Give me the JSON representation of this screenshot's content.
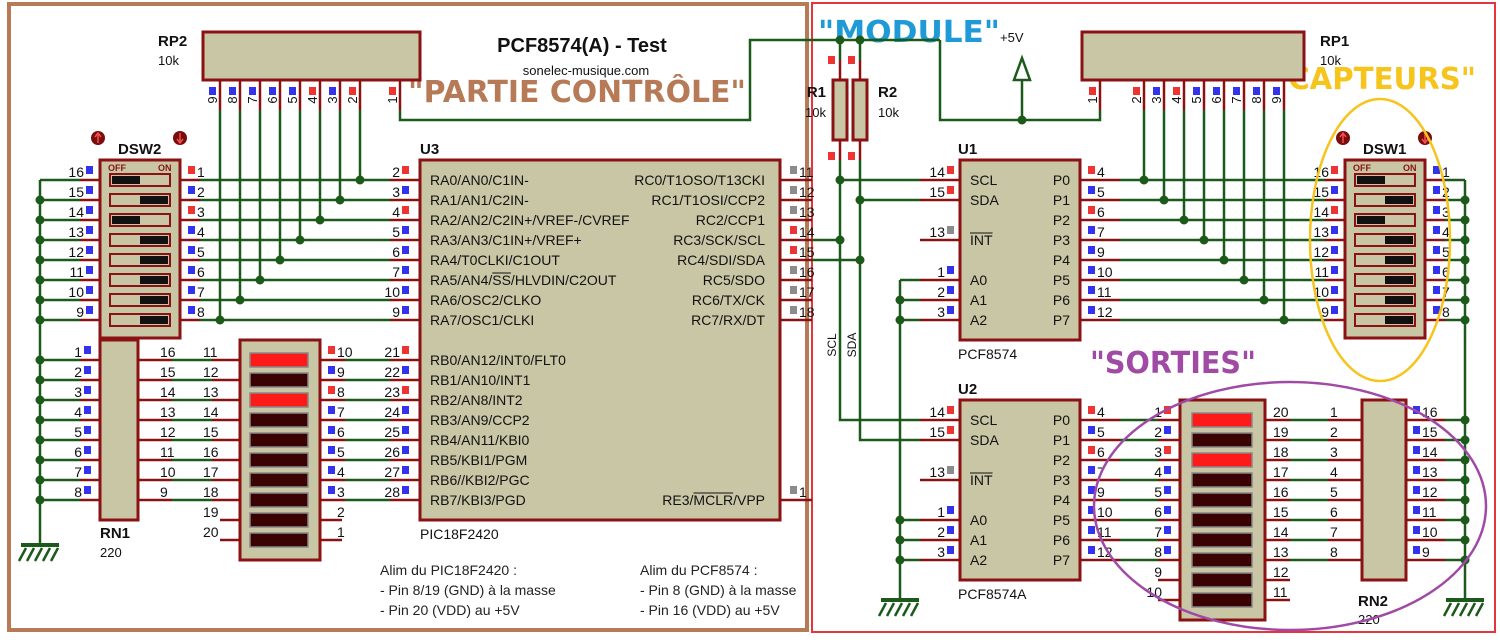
{
  "title": "PCF8574(A) - Test",
  "website": "sonelec-musique.com",
  "sections": {
    "control": "\"PARTIE CONTRÔLE\"",
    "module": "\"MODULE\"",
    "sensors": "\"CAPTEURS\"",
    "outputs": "\"SORTIES\""
  },
  "colors": {
    "control": "#b77a56",
    "module": "#1e9ad6",
    "sensors": "#f6c41c",
    "outputs": "#a04aa6",
    "wire": "#1b5a1b",
    "component_body": "#c9c6a6",
    "component_outline": "#8a1212",
    "pin_high": "#ee3333",
    "pin_low": "#3333ee",
    "pin_float": "#8c8c8c",
    "led_on": "#ff1a1a",
    "led_off": "#3a0202",
    "module_border": "#e8323c"
  },
  "power_label": "+5V",
  "bus_labels": [
    "SCL",
    "SDA"
  ],
  "rp2": {
    "ref": "RP2",
    "value": "10k",
    "pins": [
      [
        "9",
        "L"
      ],
      [
        "8",
        "L"
      ],
      [
        "7",
        "L"
      ],
      [
        "6",
        "L"
      ],
      [
        "5",
        "L"
      ],
      [
        "4",
        "H"
      ],
      [
        "3",
        "L"
      ],
      [
        "2",
        "H"
      ],
      [
        "1",
        "H"
      ]
    ]
  },
  "rp1": {
    "ref": "RP1",
    "value": "10k",
    "pins": [
      [
        "1",
        "H"
      ],
      [
        "2",
        "H"
      ],
      [
        "3",
        "L"
      ],
      [
        "4",
        "H"
      ],
      [
        "5",
        "L"
      ],
      [
        "6",
        "L"
      ],
      [
        "7",
        "L"
      ],
      [
        "8",
        "L"
      ],
      [
        "9",
        "L"
      ]
    ]
  },
  "r1": {
    "ref": "R1",
    "value": "10k"
  },
  "r2": {
    "ref": "R2",
    "value": "10k"
  },
  "dsw2": {
    "ref": "DSW2",
    "off": "OFF",
    "on": "ON",
    "left_pins": [
      [
        "16",
        "L"
      ],
      [
        "15",
        "L"
      ],
      [
        "14",
        "L"
      ],
      [
        "13",
        "L"
      ],
      [
        "12",
        "L"
      ],
      [
        "11",
        "L"
      ],
      [
        "10",
        "L"
      ],
      [
        "9",
        "L"
      ]
    ],
    "right_pins": [
      [
        "1",
        "H"
      ],
      [
        "2",
        "L"
      ],
      [
        "3",
        "H"
      ],
      [
        "4",
        "L"
      ],
      [
        "5",
        "L"
      ],
      [
        "6",
        "L"
      ],
      [
        "7",
        "L"
      ],
      [
        "8",
        "L"
      ]
    ],
    "states": [
      "off",
      "on",
      "off",
      "on",
      "on",
      "on",
      "on",
      "on"
    ]
  },
  "dsw1": {
    "ref": "DSW1",
    "off": "OFF",
    "on": "ON",
    "left_pins": [
      [
        "16",
        "H"
      ],
      [
        "15",
        "L"
      ],
      [
        "14",
        "H"
      ],
      [
        "13",
        "L"
      ],
      [
        "12",
        "L"
      ],
      [
        "11",
        "L"
      ],
      [
        "10",
        "L"
      ],
      [
        "9",
        "L"
      ]
    ],
    "right_pins": [
      [
        "1",
        "L"
      ],
      [
        "2",
        "L"
      ],
      [
        "3",
        "L"
      ],
      [
        "4",
        "L"
      ],
      [
        "5",
        "L"
      ],
      [
        "6",
        "L"
      ],
      [
        "7",
        "L"
      ],
      [
        "8",
        "L"
      ]
    ],
    "states": [
      "off",
      "on",
      "off",
      "on",
      "on",
      "on",
      "on",
      "on"
    ]
  },
  "u3": {
    "ref": "U3",
    "part": "PIC18F2420",
    "ra_pins": [
      {
        "num": "2",
        "state": "H",
        "name": "RA0/AN0/C1IN-"
      },
      {
        "num": "3",
        "state": "L",
        "name": "RA1/AN1/C2IN-"
      },
      {
        "num": "4",
        "state": "H",
        "name": "RA2/AN2/C2IN+/VREF-/CVREF"
      },
      {
        "num": "5",
        "state": "L",
        "name": "RA3/AN3/C1IN+/VREF+"
      },
      {
        "num": "6",
        "state": "L",
        "name": "RA4/T0CLKI/C1OUT"
      },
      {
        "num": "7",
        "state": "L",
        "name": "RA5/AN4/SS/HLVDIN/C2OUT",
        "overline": "SS"
      },
      {
        "num": "10",
        "state": "L",
        "name": "RA6/OSC2/CLKO"
      },
      {
        "num": "9",
        "state": "L",
        "name": "RA7/OSC1/CLKI"
      }
    ],
    "rb_pins": [
      {
        "num": "21",
        "state": "H",
        "name": "RB0/AN12/INT0/FLT0"
      },
      {
        "num": "22",
        "state": "L",
        "name": "RB1/AN10/INT1"
      },
      {
        "num": "23",
        "state": "H",
        "name": "RB2/AN8/INT2"
      },
      {
        "num": "24",
        "state": "L",
        "name": "RB3/AN9/CCP2"
      },
      {
        "num": "25",
        "state": "L",
        "name": "RB4/AN11/KBI0"
      },
      {
        "num": "26",
        "state": "L",
        "name": "RB5/KBI1/PGM"
      },
      {
        "num": "27",
        "state": "L",
        "name": "RB6//KBI2/PGC"
      },
      {
        "num": "28",
        "state": "L",
        "name": "RB7/KBI3/PGD"
      }
    ],
    "rc_pins": [
      {
        "num": "11",
        "state": "-",
        "name": "RC0/T1OSO/T13CKI"
      },
      {
        "num": "12",
        "state": "-",
        "name": "RC1/T1OSI/CCP2"
      },
      {
        "num": "13",
        "state": "-",
        "name": "RC2/CCP1"
      },
      {
        "num": "14",
        "state": "H",
        "name": "RC3/SCK/SCL"
      },
      {
        "num": "15",
        "state": "H",
        "name": "RC4/SDI/SDA"
      },
      {
        "num": "16",
        "state": "-",
        "name": "RC5/SDO"
      },
      {
        "num": "17",
        "state": "-",
        "name": "RC6/TX/CK"
      },
      {
        "num": "18",
        "state": "-",
        "name": "RC7/RX/DT"
      }
    ],
    "re3": {
      "num": "1",
      "state": "-",
      "name": "RE3/MCLR/VPP",
      "overline": "MCLR"
    }
  },
  "u1": {
    "ref": "U1",
    "part": "PCF8574",
    "left_pins": [
      {
        "num": "14",
        "state": "H",
        "name": "SCL"
      },
      {
        "num": "15",
        "state": "H",
        "name": "SDA"
      },
      {
        "num": "13",
        "state": "-",
        "name": "INT",
        "overline": "INT"
      },
      {
        "num": "1",
        "state": "L",
        "name": "A0"
      },
      {
        "num": "2",
        "state": "L",
        "name": "A1"
      },
      {
        "num": "3",
        "state": "L",
        "name": "A2"
      }
    ],
    "right_pins": [
      {
        "num": "4",
        "state": "H",
        "name": "P0"
      },
      {
        "num": "5",
        "state": "L",
        "name": "P1"
      },
      {
        "num": "6",
        "state": "H",
        "name": "P2"
      },
      {
        "num": "7",
        "state": "L",
        "name": "P3"
      },
      {
        "num": "9",
        "state": "L",
        "name": "P4"
      },
      {
        "num": "10",
        "state": "L",
        "name": "P5"
      },
      {
        "num": "11",
        "state": "L",
        "name": "P6"
      },
      {
        "num": "12",
        "state": "L",
        "name": "P7"
      }
    ]
  },
  "u2": {
    "ref": "U2",
    "part": "PCF8574A",
    "left_pins": [
      {
        "num": "14",
        "state": "H",
        "name": "SCL"
      },
      {
        "num": "15",
        "state": "H",
        "name": "SDA"
      },
      {
        "num": "13",
        "state": "-",
        "name": "INT",
        "overline": "INT"
      },
      {
        "num": "1",
        "state": "L",
        "name": "A0"
      },
      {
        "num": "2",
        "state": "L",
        "name": "A1"
      },
      {
        "num": "3",
        "state": "L",
        "name": "A2"
      }
    ],
    "right_pins": [
      {
        "num": "4",
        "state": "H",
        "name": "P0"
      },
      {
        "num": "5",
        "state": "L",
        "name": "P1"
      },
      {
        "num": "6",
        "state": "H",
        "name": "P2"
      },
      {
        "num": "7",
        "state": "L",
        "name": "P3"
      },
      {
        "num": "9",
        "state": "L",
        "name": "P4"
      },
      {
        "num": "10",
        "state": "L",
        "name": "P5"
      },
      {
        "num": "11",
        "state": "L",
        "name": "P6"
      },
      {
        "num": "12",
        "state": "L",
        "name": "P7"
      }
    ]
  },
  "rn1": {
    "ref": "RN1",
    "value": "220",
    "left_pins": [
      [
        "1",
        "L"
      ],
      [
        "2",
        "L"
      ],
      [
        "3",
        "L"
      ],
      [
        "4",
        "L"
      ],
      [
        "5",
        "L"
      ],
      [
        "6",
        "L"
      ],
      [
        "7",
        "L"
      ],
      [
        "8",
        "L"
      ]
    ],
    "right_pins": [
      [
        "16",
        ""
      ],
      [
        "15",
        ""
      ],
      [
        "14",
        ""
      ],
      [
        "13",
        ""
      ],
      [
        "12",
        ""
      ],
      [
        "11",
        ""
      ],
      [
        "10",
        ""
      ],
      [
        "9",
        ""
      ]
    ]
  },
  "rn2": {
    "ref": "RN2",
    "value": "220",
    "left_pins": [
      [
        "1",
        ""
      ],
      [
        "2",
        ""
      ],
      [
        "3",
        ""
      ],
      [
        "4",
        ""
      ],
      [
        "5",
        ""
      ],
      [
        "6",
        ""
      ],
      [
        "7",
        ""
      ],
      [
        "8",
        ""
      ]
    ],
    "right_pins": [
      [
        "16",
        "L"
      ],
      [
        "15",
        "L"
      ],
      [
        "14",
        "L"
      ],
      [
        "13",
        "L"
      ],
      [
        "12",
        "L"
      ],
      [
        "11",
        "L"
      ],
      [
        "10",
        "L"
      ],
      [
        "9",
        "L"
      ]
    ]
  },
  "bar1": {
    "left_pins": [
      [
        "11",
        ""
      ],
      [
        "12",
        ""
      ],
      [
        "13",
        ""
      ],
      [
        "14",
        ""
      ],
      [
        "15",
        ""
      ],
      [
        "16",
        ""
      ],
      [
        "17",
        ""
      ],
      [
        "18",
        ""
      ],
      [
        "19",
        ""
      ],
      [
        "20",
        ""
      ]
    ],
    "right_pins": [
      [
        "10",
        "H"
      ],
      [
        "9",
        "L"
      ],
      [
        "8",
        "H"
      ],
      [
        "7",
        "L"
      ],
      [
        "6",
        "L"
      ],
      [
        "5",
        "L"
      ],
      [
        "4",
        "L"
      ],
      [
        "3",
        "L"
      ],
      [
        "2",
        ""
      ],
      [
        "1",
        ""
      ]
    ],
    "leds": [
      1,
      0,
      1,
      0,
      0,
      0,
      0,
      0,
      0,
      0
    ]
  },
  "bar2": {
    "left_pins": [
      [
        "1",
        "H"
      ],
      [
        "2",
        "L"
      ],
      [
        "3",
        "H"
      ],
      [
        "4",
        "L"
      ],
      [
        "5",
        "L"
      ],
      [
        "6",
        "L"
      ],
      [
        "7",
        "L"
      ],
      [
        "8",
        "L"
      ],
      [
        "9",
        ""
      ],
      [
        "10",
        ""
      ]
    ],
    "right_pins": [
      [
        "20",
        ""
      ],
      [
        "19",
        ""
      ],
      [
        "18",
        ""
      ],
      [
        "17",
        ""
      ],
      [
        "16",
        ""
      ],
      [
        "15",
        ""
      ],
      [
        "14",
        ""
      ],
      [
        "13",
        ""
      ],
      [
        "12",
        ""
      ],
      [
        "11",
        ""
      ]
    ],
    "leds": [
      1,
      0,
      1,
      0,
      0,
      0,
      0,
      0,
      0,
      0
    ]
  },
  "notes": [
    {
      "lines": [
        "Alim du PIC18F2420 :",
        "- Pin 8/19 (GND) à la masse",
        "- Pin 20 (VDD) au +5V"
      ]
    },
    {
      "lines": [
        "Alim du PCF8574 :",
        "- Pin 8 (GND) à la masse",
        "- Pin 16 (VDD) au +5V"
      ]
    }
  ]
}
